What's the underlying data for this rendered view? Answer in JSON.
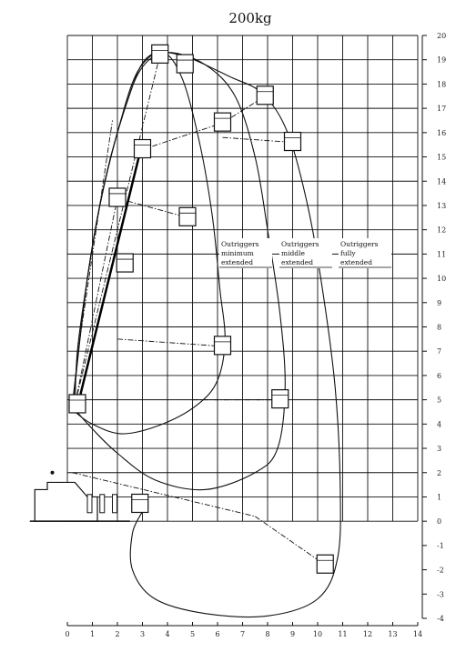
{
  "title": "200kg",
  "x_ticks": [
    "0",
    "1",
    "2",
    "3",
    "4",
    "5",
    "6",
    "7",
    "8",
    "9",
    "10",
    "11",
    "12",
    "13",
    "14"
  ],
  "y_ticks": [
    "20",
    "19",
    "18",
    "17",
    "16",
    "15",
    "14",
    "13",
    "12",
    "11",
    "10",
    "9",
    "8",
    "7",
    "6",
    "5",
    "4",
    "3",
    "2",
    "1",
    "0",
    "-1",
    "-2",
    "-3",
    "-4"
  ],
  "annotations": [
    {
      "lines": [
        "Outriggers",
        "minimum",
        "extended"
      ]
    },
    {
      "lines": [
        "Outriggers",
        "middle",
        "extended"
      ]
    },
    {
      "lines": [
        "Outriggers",
        "fully",
        "extended"
      ]
    }
  ],
  "chart_data": {
    "type": "diagram",
    "title": "200kg",
    "x_range": [
      0,
      14
    ],
    "y_range": [
      -4,
      20
    ],
    "grid": true,
    "envelopes": [
      {
        "label": "Outriggers minimum extended",
        "points": [
          [
            0.3,
            4.5
          ],
          [
            0.4,
            7
          ],
          [
            0.8,
            10
          ],
          [
            1.3,
            13
          ],
          [
            2.0,
            16
          ],
          [
            2.8,
            18.5
          ],
          [
            3.8,
            19.3
          ],
          [
            4.6,
            18.2
          ],
          [
            5.3,
            15.5
          ],
          [
            5.8,
            12.5
          ],
          [
            6.1,
            9.5
          ],
          [
            6.3,
            7.5
          ],
          [
            6.0,
            5.8
          ],
          [
            5.2,
            4.8
          ],
          [
            3.8,
            4.0
          ],
          [
            2.2,
            3.6
          ],
          [
            1.0,
            4.0
          ],
          [
            0.3,
            4.5
          ]
        ]
      },
      {
        "label": "Outriggers middle extended",
        "points": [
          [
            0.2,
            4.8
          ],
          [
            0.8,
            10
          ],
          [
            1.5,
            14
          ],
          [
            2.3,
            17
          ],
          [
            3.0,
            18.7
          ],
          [
            4.0,
            19.3
          ],
          [
            5.5,
            18.8
          ],
          [
            6.7,
            17.5
          ],
          [
            7.5,
            15
          ],
          [
            8.0,
            12
          ],
          [
            8.5,
            8.5
          ],
          [
            8.7,
            5.5
          ],
          [
            8.4,
            3.0
          ],
          [
            7.5,
            2.0
          ],
          [
            5.5,
            1.3
          ],
          [
            3.5,
            1.7
          ],
          [
            2.0,
            2.8
          ],
          [
            1.0,
            3.8
          ],
          [
            0.3,
            4.6
          ]
        ]
      },
      {
        "label": "Outriggers fully extended",
        "points": [
          [
            0.2,
            4.6
          ],
          [
            0.8,
            10
          ],
          [
            1.5,
            14
          ],
          [
            2.4,
            17.3
          ],
          [
            3.2,
            19.1
          ],
          [
            4.5,
            19.2
          ],
          [
            6.5,
            18.3
          ],
          [
            7.8,
            17.6
          ],
          [
            8.8,
            16
          ],
          [
            9.6,
            13
          ],
          [
            10.2,
            9.5
          ],
          [
            10.7,
            5.5
          ],
          [
            10.9,
            1.5
          ],
          [
            10.8,
            -1.5
          ],
          [
            10.0,
            -3.2
          ],
          [
            8.0,
            -3.9
          ],
          [
            5.5,
            -3.8
          ],
          [
            3.5,
            -3.2
          ],
          [
            2.6,
            -2.0
          ],
          [
            2.6,
            -0.5
          ],
          [
            3.0,
            0.4
          ]
        ]
      }
    ],
    "platform_positions": [
      [
        3.7,
        19.2
      ],
      [
        4.7,
        18.8
      ],
      [
        7.9,
        17.5
      ],
      [
        6.2,
        16.4
      ],
      [
        9.0,
        15.6
      ],
      [
        3.0,
        15.3
      ],
      [
        2.0,
        13.3
      ],
      [
        4.8,
        12.5
      ],
      [
        2.3,
        10.6
      ],
      [
        6.2,
        7.2
      ],
      [
        0.4,
        4.8
      ],
      [
        8.5,
        5.0
      ],
      [
        2.9,
        0.7
      ],
      [
        10.3,
        -1.8
      ]
    ]
  }
}
